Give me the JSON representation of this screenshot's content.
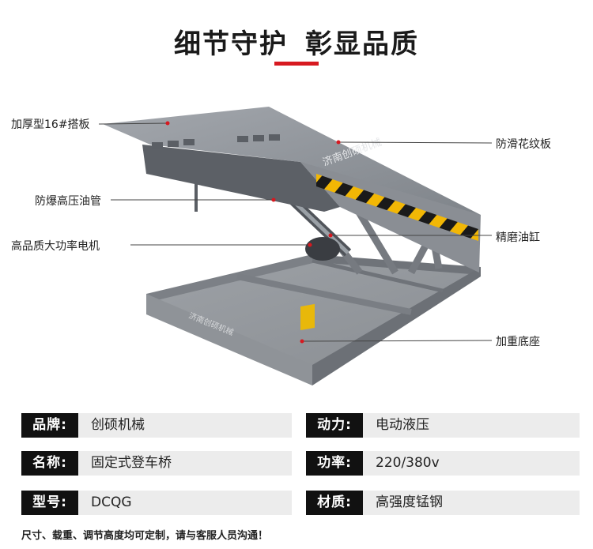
{
  "heading": {
    "left": "细节守护",
    "right": "彰显品质"
  },
  "product": {
    "board_text": "济南创硕机械",
    "base_text": "济南创硕机械"
  },
  "callouts": {
    "thick_plate": "加厚型16#搭板",
    "explosion_proof_hose": "防爆高压油管",
    "motor": "高品质大功率电机",
    "anti_slip_plate": "防滑花纹板",
    "cylinder": "精磨油缸",
    "base": "加重底座"
  },
  "specs": {
    "brand": {
      "label": "品牌:",
      "value": "创硕机械"
    },
    "power": {
      "label": "动力:",
      "value": "电动液压"
    },
    "name": {
      "label": "名称:",
      "value": "固定式登车桥"
    },
    "wattage": {
      "label": "功率:",
      "value": "220/380v"
    },
    "model": {
      "label": "型号:",
      "value": "DCQG"
    },
    "material": {
      "label": "材质:",
      "value": "高强度锰钢"
    }
  },
  "footnote": "尺寸、载重、调节高度均可定制，请与客服人员沟通！",
  "colors": {
    "accent": "#d71920",
    "label_bg": "#111111",
    "value_bg": "#ececec",
    "steel": "#8a8e94",
    "hazard_yellow": "#f2b705"
  }
}
